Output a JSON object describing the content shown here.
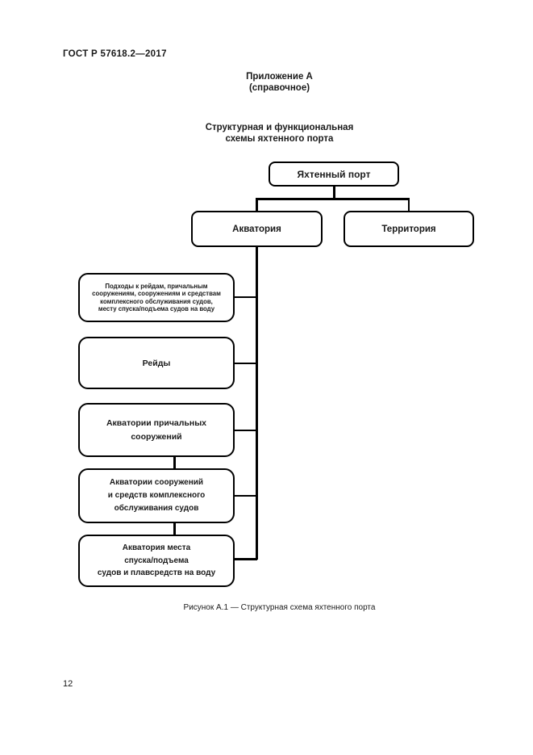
{
  "page": {
    "doc_code": "ГОСТ Р 57618.2—2017",
    "appendix_label": "Приложение А",
    "appendix_type": "(справочное)",
    "title": "Структурная и функциональная\nсхемы яхтенного порта",
    "caption": "Рисунок А.1 — Структурная схема яхтенного порта",
    "page_number": "12"
  },
  "diagram": {
    "root": {
      "label": "Яхтенный порт"
    },
    "branches": [
      {
        "label": "Акватория"
      },
      {
        "label": "Территория"
      }
    ],
    "aquatoria_items": [
      {
        "label": "Подходы к рейдам, причальным\nсооружениям, сооружениям и средствам\nкомплексного обслуживания судов,\nместу спуска/подъема судов на воду"
      },
      {
        "label": "Рейды"
      },
      {
        "label": "Акватории причальных\nсооружений"
      },
      {
        "label": "Акватории сооружений\nи средств комплексного\nобслуживания судов"
      },
      {
        "label": "Акватория места\nспуска/подъема\nсудов и плавсредств на воду"
      }
    ],
    "line_color": "#000000"
  }
}
